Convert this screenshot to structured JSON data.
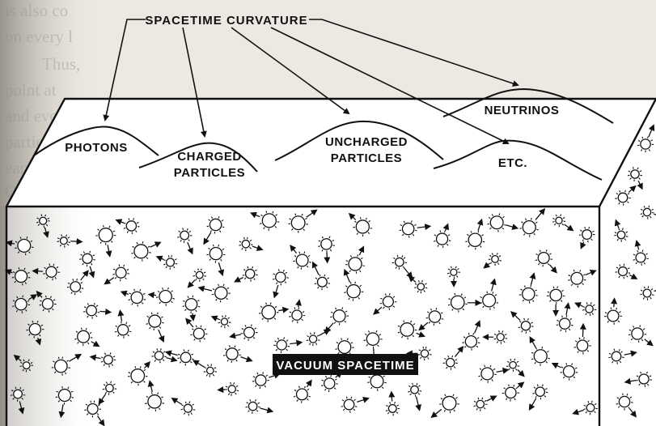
{
  "title": "SPACETIME CURVATURE",
  "labels": {
    "photons": "PHOTONS",
    "charged_line1": "CHARGED",
    "charged_line2": "PARTICLES",
    "uncharged_line1": "UNCHARGED",
    "uncharged_line2": "PARTICLES",
    "neutrinos": "NEUTRINOS",
    "etc": "ETC.",
    "vacuum": "VACUUM SPACETIME"
  },
  "colors": {
    "ink": "#111111",
    "paper": "#ffffff",
    "page_bg": "#e9e6df",
    "shadow": "#a8a39a"
  },
  "icons": {
    "particle": "sun-burst-icon",
    "arrow": "arrow-icon"
  }
}
